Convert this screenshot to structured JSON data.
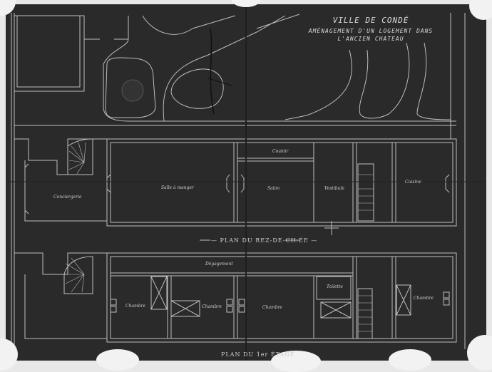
{
  "title_block": {
    "line1": "VILLE DE CONDÉ",
    "line2": "AMÉNAGEMENT D'UN LOGEMENT DANS",
    "line3": "L'ANCIEN CHATEAU"
  },
  "ground_floor": {
    "plan_title": "— PLAN DU REZ-DE-CH.ÉE —",
    "rooms": [
      {
        "name": "Conciergerie"
      },
      {
        "name": "Salle à manger"
      },
      {
        "name": "Couloir"
      },
      {
        "name": "Salon"
      },
      {
        "name": "Vestibule"
      },
      {
        "name": "Cuisine"
      }
    ]
  },
  "first_floor": {
    "plan_title": "PLAN DU 1er ÉTAGE",
    "rooms": [
      {
        "name": "Dégagement"
      },
      {
        "name": "Chambre"
      },
      {
        "name": "Chambre"
      },
      {
        "name": "Chambre"
      },
      {
        "name": "Toilette"
      },
      {
        "name": "Chambre"
      }
    ]
  },
  "colors": {
    "paper": "#2a2a2a",
    "lines": "#cfcfcf",
    "background": "#e8e8e8"
  }
}
